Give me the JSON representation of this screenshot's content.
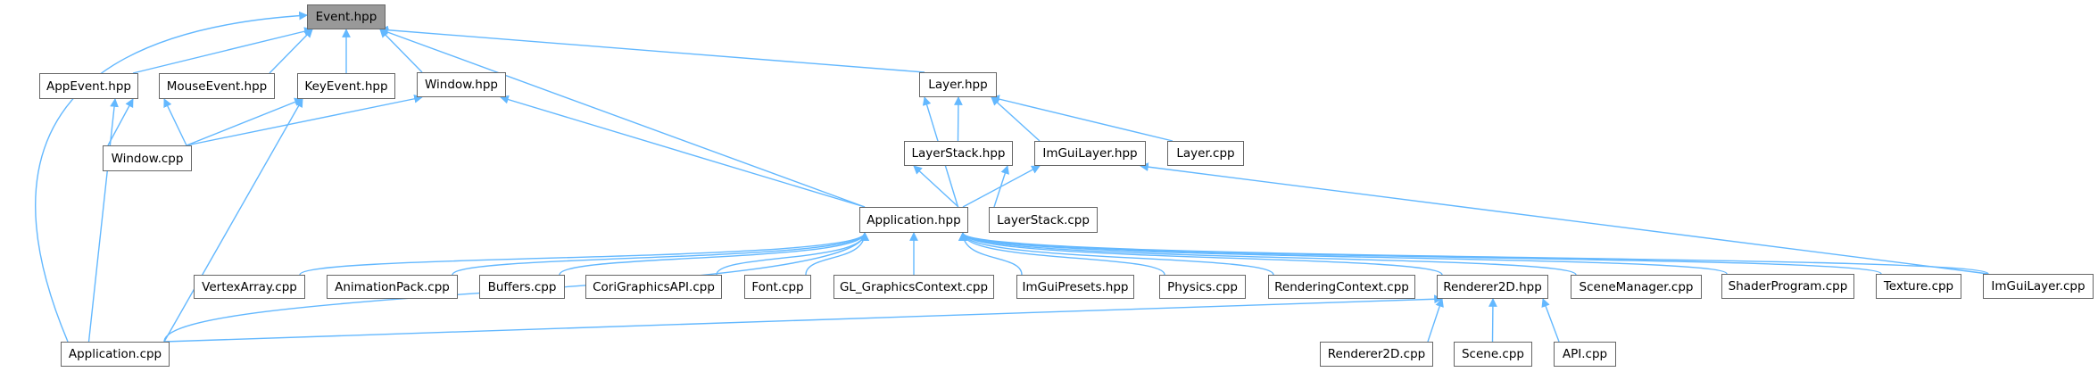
{
  "diagram": {
    "type": "include-dependency-graph",
    "edge_color": "#63b8ff",
    "root_fill": "#999999",
    "node_border": "#666666",
    "nodes": [
      {
        "id": "event_hpp",
        "label": "Event.hpp",
        "root": true
      },
      {
        "id": "appevent_hpp",
        "label": "AppEvent.hpp"
      },
      {
        "id": "mouseevent_hpp",
        "label": "MouseEvent.hpp"
      },
      {
        "id": "keyevent_hpp",
        "label": "KeyEvent.hpp"
      },
      {
        "id": "window_hpp",
        "label": "Window.hpp"
      },
      {
        "id": "layer_hpp",
        "label": "Layer.hpp"
      },
      {
        "id": "window_cpp",
        "label": "Window.cpp"
      },
      {
        "id": "layerstack_hpp",
        "label": "LayerStack.hpp"
      },
      {
        "id": "imguilayer_hpp",
        "label": "ImGuiLayer.hpp"
      },
      {
        "id": "layer_cpp",
        "label": "Layer.cpp"
      },
      {
        "id": "application_hpp",
        "label": "Application.hpp"
      },
      {
        "id": "layerstack_cpp",
        "label": "LayerStack.cpp"
      },
      {
        "id": "vertexarray_cpp",
        "label": "VertexArray.cpp"
      },
      {
        "id": "animationpack_cpp",
        "label": "AnimationPack.cpp"
      },
      {
        "id": "buffers_cpp",
        "label": "Buffers.cpp"
      },
      {
        "id": "corigraphicsapi_cpp",
        "label": "CoriGraphicsAPI.cpp"
      },
      {
        "id": "font_cpp",
        "label": "Font.cpp"
      },
      {
        "id": "gl_graphicscontext_cpp",
        "label": "GL_GraphicsContext.cpp"
      },
      {
        "id": "imguipresets_hpp",
        "label": "ImGuiPresets.hpp"
      },
      {
        "id": "physics_cpp",
        "label": "Physics.cpp"
      },
      {
        "id": "renderingcontext_cpp",
        "label": "RenderingContext.cpp"
      },
      {
        "id": "renderer2d_hpp",
        "label": "Renderer2D.hpp"
      },
      {
        "id": "scenemanager_cpp",
        "label": "SceneManager.cpp"
      },
      {
        "id": "shaderprogram_cpp",
        "label": "ShaderProgram.cpp"
      },
      {
        "id": "texture_cpp",
        "label": "Texture.cpp"
      },
      {
        "id": "imguilayer_cpp",
        "label": "ImGuiLayer.cpp"
      },
      {
        "id": "application_cpp",
        "label": "Application.cpp"
      },
      {
        "id": "renderer2d_cpp",
        "label": "Renderer2D.cpp"
      },
      {
        "id": "scene_cpp",
        "label": "Scene.cpp"
      },
      {
        "id": "api_cpp",
        "label": "API.cpp"
      }
    ],
    "edges": [
      {
        "from": "appevent_hpp",
        "to": "event_hpp"
      },
      {
        "from": "mouseevent_hpp",
        "to": "event_hpp"
      },
      {
        "from": "keyevent_hpp",
        "to": "event_hpp"
      },
      {
        "from": "window_hpp",
        "to": "event_hpp"
      },
      {
        "from": "application_hpp",
        "to": "event_hpp"
      },
      {
        "from": "layer_hpp",
        "to": "event_hpp"
      },
      {
        "from": "application_cpp",
        "to": "event_hpp"
      },
      {
        "from": "window_cpp",
        "to": "appevent_hpp"
      },
      {
        "from": "window_cpp",
        "to": "mouseevent_hpp"
      },
      {
        "from": "window_cpp",
        "to": "keyevent_hpp"
      },
      {
        "from": "window_cpp",
        "to": "window_hpp"
      },
      {
        "from": "application_cpp",
        "to": "appevent_hpp"
      },
      {
        "from": "application_cpp",
        "to": "keyevent_hpp"
      },
      {
        "from": "application_hpp",
        "to": "window_hpp"
      },
      {
        "from": "layerstack_hpp",
        "to": "layer_hpp"
      },
      {
        "from": "imguilayer_hpp",
        "to": "layer_hpp"
      },
      {
        "from": "layer_cpp",
        "to": "layer_hpp"
      },
      {
        "from": "application_hpp",
        "to": "layer_hpp"
      },
      {
        "from": "application_hpp",
        "to": "layerstack_hpp"
      },
      {
        "from": "layerstack_cpp",
        "to": "layerstack_hpp"
      },
      {
        "from": "application_hpp",
        "to": "imguilayer_hpp"
      },
      {
        "from": "imguilayer_cpp",
        "to": "imguilayer_hpp"
      },
      {
        "from": "application_cpp",
        "to": "application_hpp"
      },
      {
        "from": "vertexarray_cpp",
        "to": "application_hpp"
      },
      {
        "from": "animationpack_cpp",
        "to": "application_hpp"
      },
      {
        "from": "buffers_cpp",
        "to": "application_hpp"
      },
      {
        "from": "corigraphicsapi_cpp",
        "to": "application_hpp"
      },
      {
        "from": "font_cpp",
        "to": "application_hpp"
      },
      {
        "from": "gl_graphicscontext_cpp",
        "to": "application_hpp"
      },
      {
        "from": "imguipresets_hpp",
        "to": "application_hpp"
      },
      {
        "from": "physics_cpp",
        "to": "application_hpp"
      },
      {
        "from": "renderingcontext_cpp",
        "to": "application_hpp"
      },
      {
        "from": "renderer2d_hpp",
        "to": "application_hpp"
      },
      {
        "from": "scenemanager_cpp",
        "to": "application_hpp"
      },
      {
        "from": "shaderprogram_cpp",
        "to": "application_hpp"
      },
      {
        "from": "texture_cpp",
        "to": "application_hpp"
      },
      {
        "from": "imguilayer_cpp",
        "to": "application_hpp"
      },
      {
        "from": "application_cpp",
        "to": "renderer2d_hpp"
      },
      {
        "from": "renderer2d_cpp",
        "to": "renderer2d_hpp"
      },
      {
        "from": "scene_cpp",
        "to": "renderer2d_hpp"
      },
      {
        "from": "api_cpp",
        "to": "renderer2d_hpp"
      }
    ]
  }
}
